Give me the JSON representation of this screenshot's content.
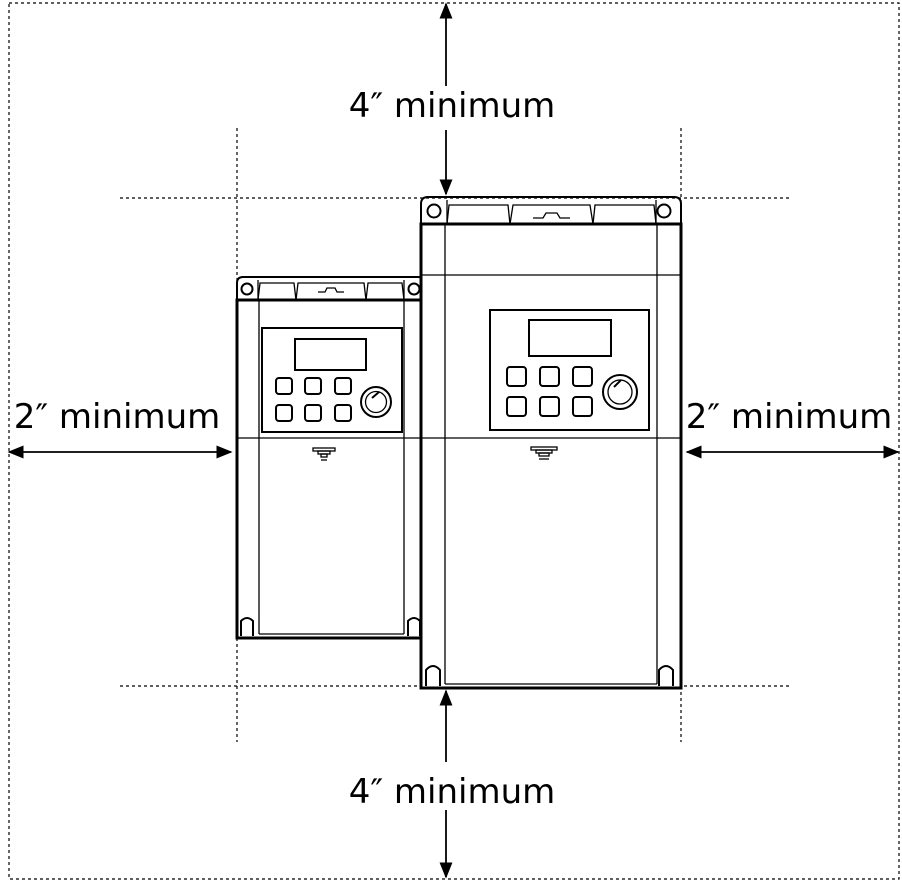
{
  "labels": {
    "top_clearance": "4″ minimum",
    "bottom_clearance": "4″ minimum",
    "left_clearance": "2″ minimum",
    "right_clearance": "2″ minimum"
  }
}
